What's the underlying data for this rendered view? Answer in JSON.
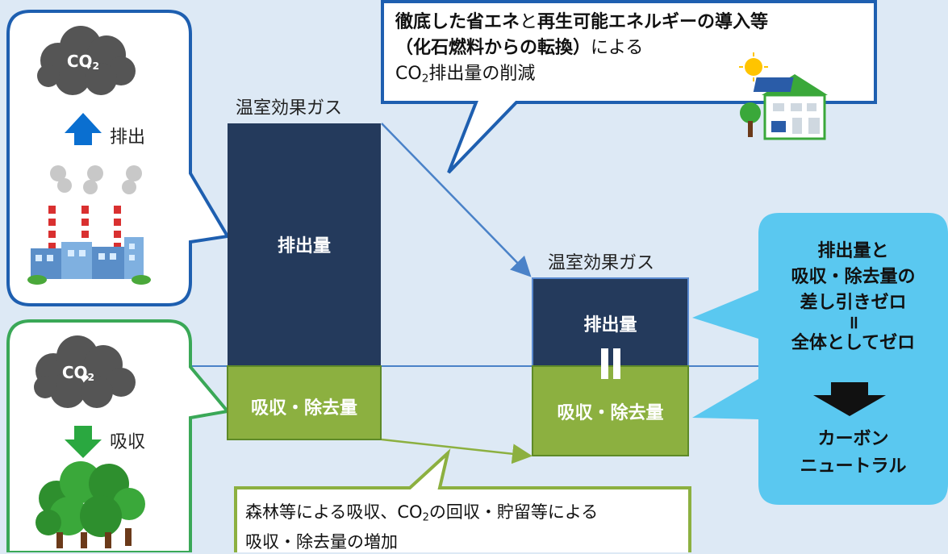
{
  "colors": {
    "background": "#dde9f5",
    "emission": "#243a5c",
    "absorption": "#8cb040",
    "emission_border": "#1e5fb0",
    "absorption_border": "#3aa857",
    "callout_box": "#5ac8f0",
    "arrow_blue": "#0a6fd0",
    "arrow_green": "#2aa840"
  },
  "icons": {
    "cloud": "smoke-cloud-icon",
    "factory": "factory-icon",
    "forest": "forest-icon",
    "eco_house": "eco-house-icon"
  },
  "left_top_bubble": {
    "co2_main": "CO",
    "co2_sub": "2",
    "arrow_label": "排出"
  },
  "left_bottom_bubble": {
    "co2_main": "CO",
    "co2_sub": "2",
    "arrow_label": "吸収"
  },
  "left_column": {
    "title": "温室効果ガス",
    "emission_label": "排出量",
    "absorption_label": "吸収・除去量"
  },
  "right_column": {
    "title": "温室効果ガス",
    "emission_label": "排出量",
    "equals_mark": "Ⅱ",
    "absorption_label": "吸収・除去量"
  },
  "top_callout": {
    "line1_bold_a": "徹底した省エネ",
    "line1_mid": "と",
    "line1_bold_b": "再生可能エネルギーの導入等",
    "line2_bold": "（化石燃料からの転換）",
    "line2_rest": "による",
    "line3_co": "CO",
    "line3_sub": "2",
    "line3_rest": "排出量の削減"
  },
  "bottom_callout": {
    "line1_a": "森林等による吸収、CO",
    "line1_sub": "2",
    "line1_b": "の回収・貯留等による",
    "line2": "吸収・除去量の増加"
  },
  "result_box": {
    "line1": "排出量と",
    "line2": "吸収・除去量の",
    "line3": "差し引きゼロ",
    "line4": "॥",
    "line5": "全体としてゼロ",
    "line6": "カーボン",
    "line7": "ニュートラル"
  }
}
